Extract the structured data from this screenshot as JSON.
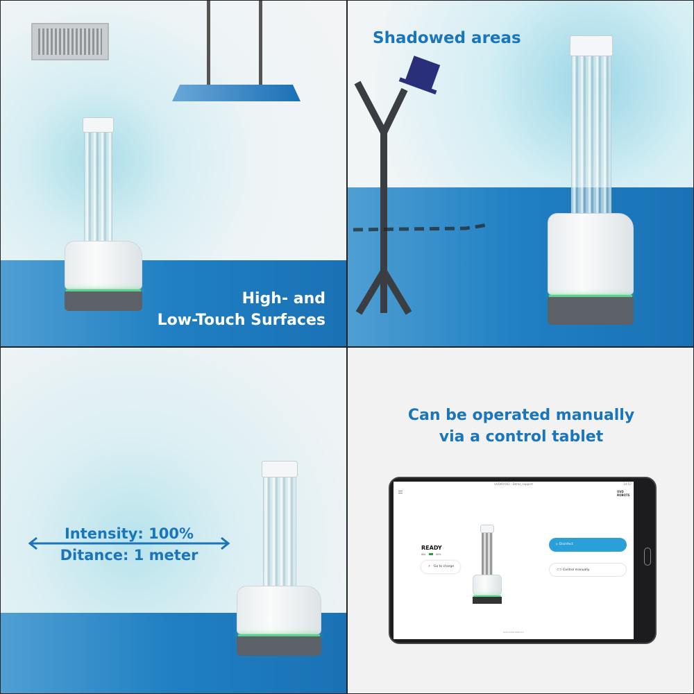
{
  "panels": {
    "high_low_touch": {
      "caption_line1": "High- and",
      "caption_line2": "Low-Touch Surfaces"
    },
    "shadowed": {
      "caption": "Shadowed areas"
    },
    "intensity": {
      "line1": "Intensity: 100%",
      "line2": "Ditance: 1 meter"
    },
    "tablet_panel": {
      "caption_line1": "Can be operated manually",
      "caption_line2": "via a control tablet"
    }
  },
  "tablet": {
    "status_bar_title": "UVD00'003 - Demo_support",
    "status_bar_time": "14:57",
    "logo": "UVD ROBOTS",
    "state": "READY",
    "sub_status": "Idle",
    "battery": "45%",
    "go_to_charge": "Go to charge",
    "disinfect": "Disinfect",
    "control_manually": "Control manually",
    "footer_logo": "BLUE OCEAN ROBOTICS"
  },
  "colors": {
    "brand_blue": "#1a75bb",
    "button_blue": "#2a9fd8",
    "floor_blue": "#1f7fc2"
  }
}
